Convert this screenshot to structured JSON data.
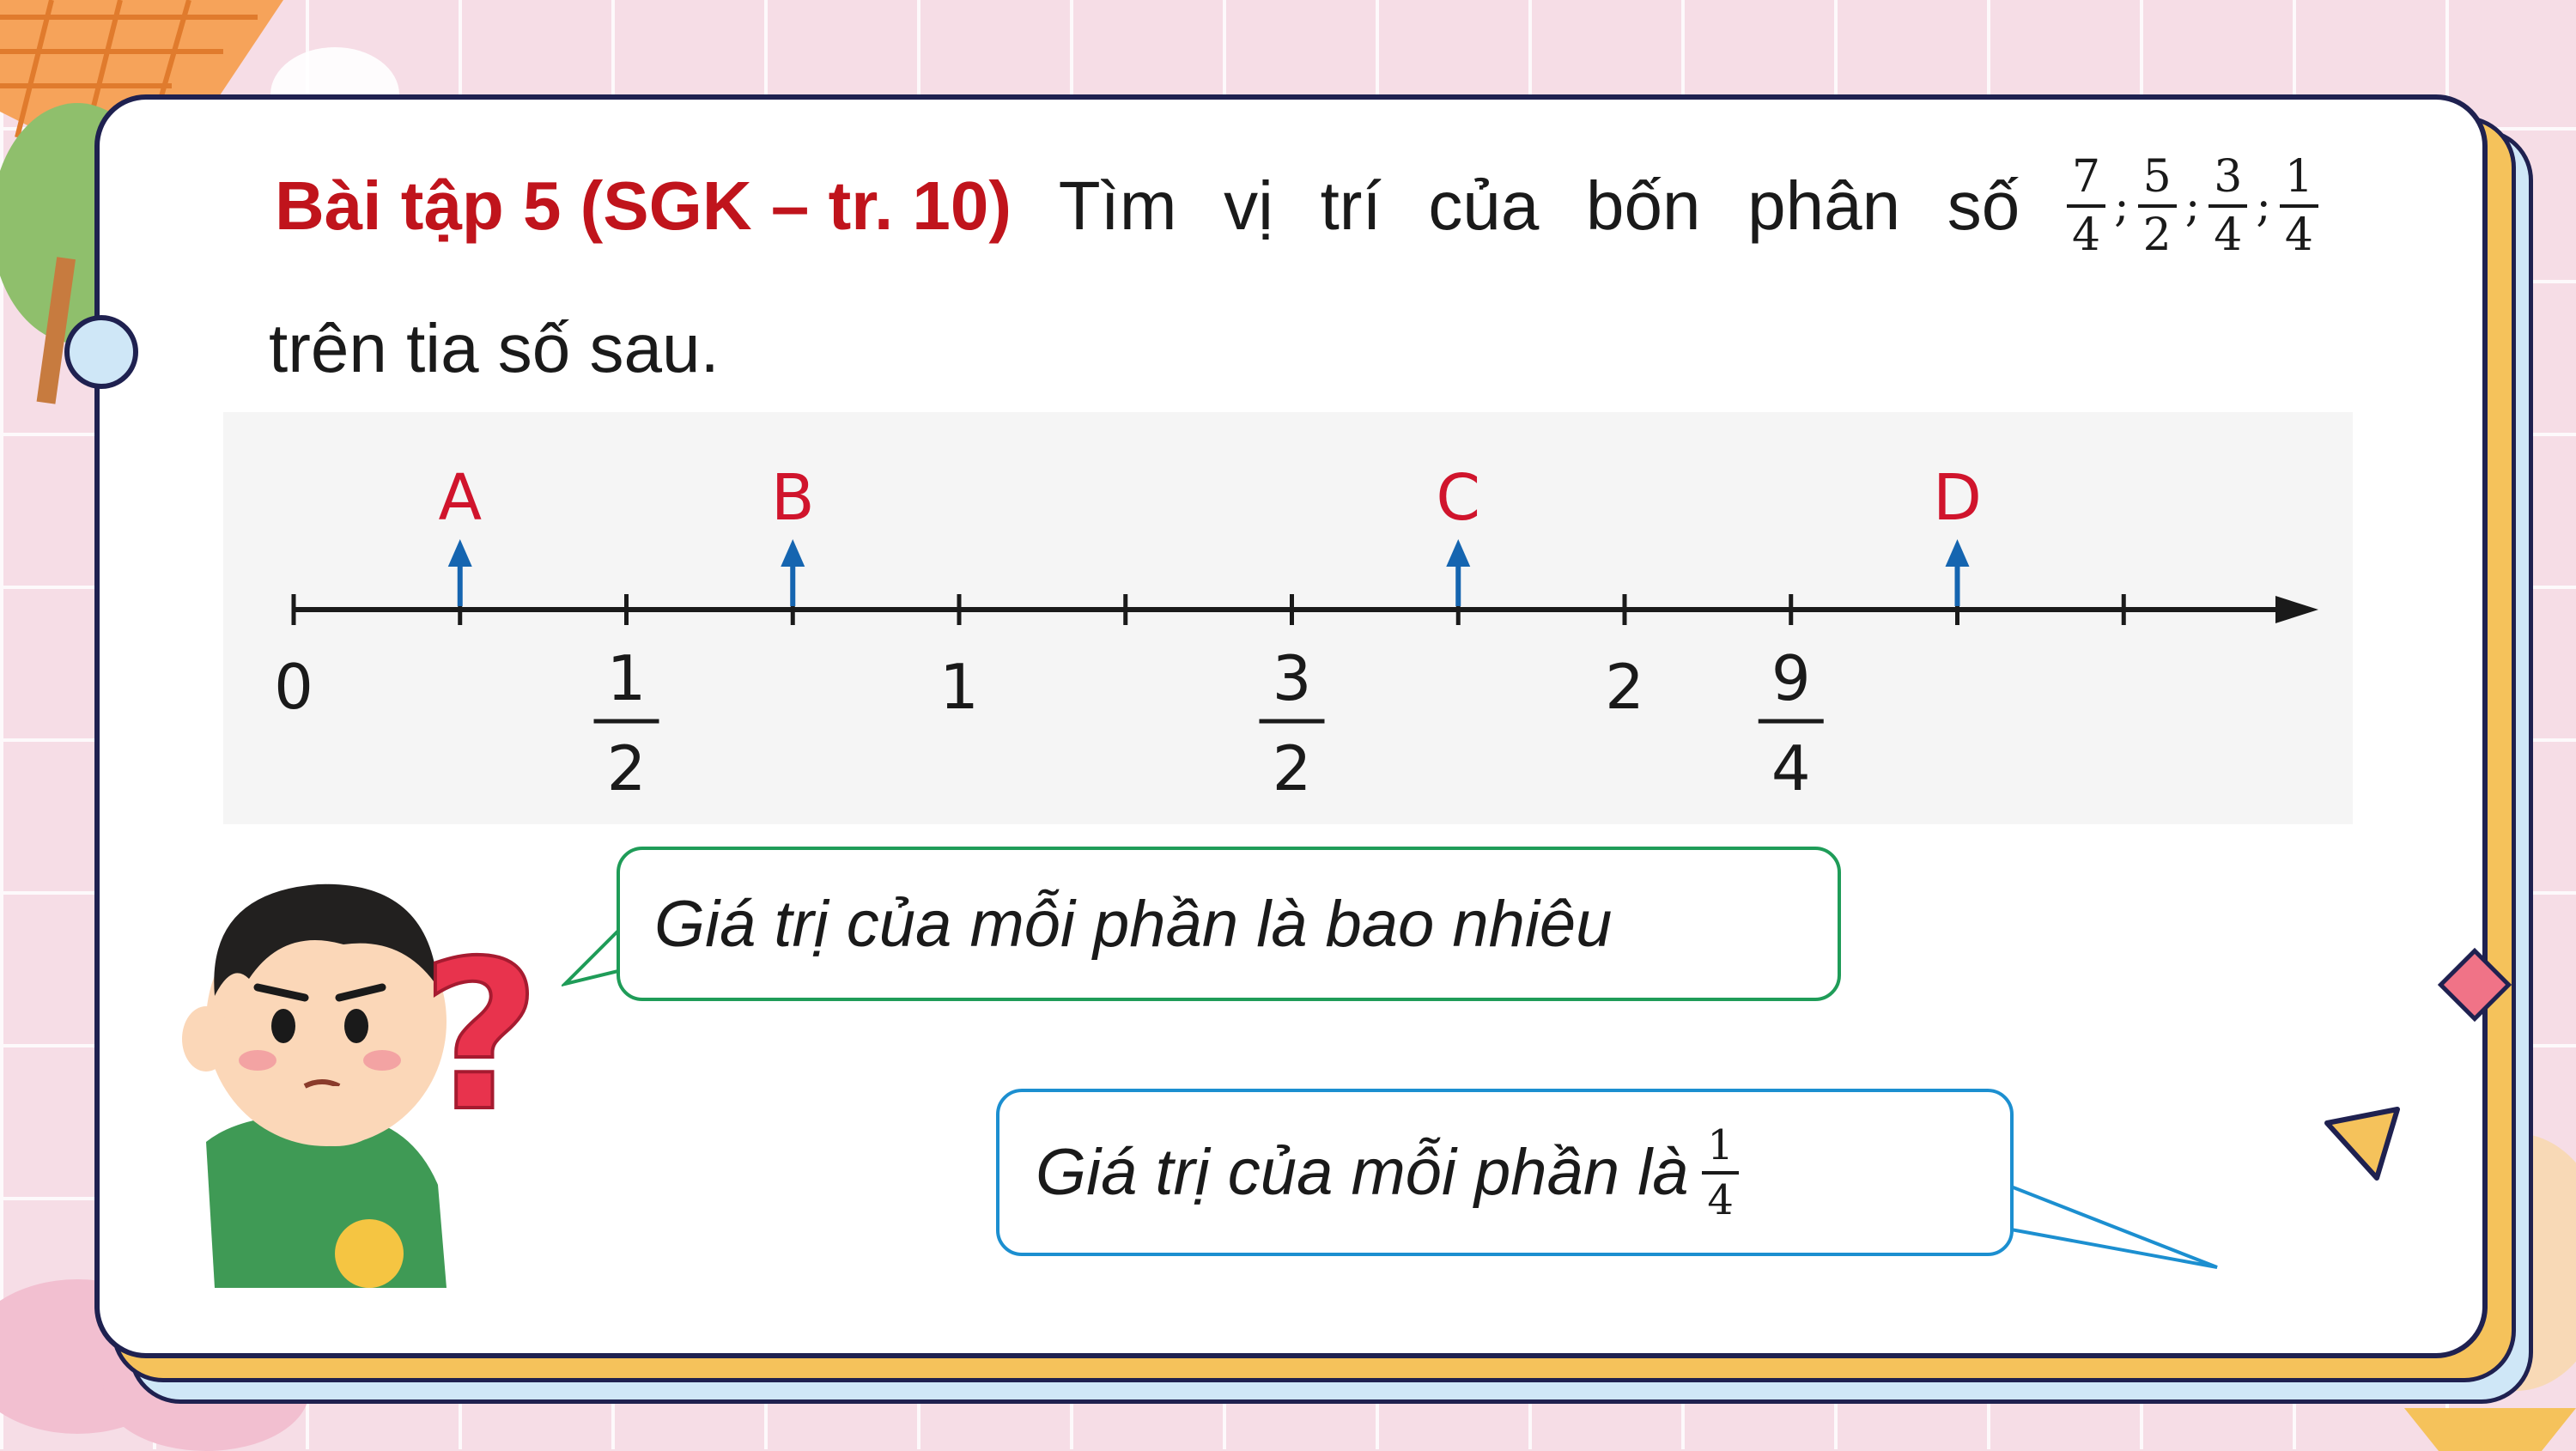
{
  "exercise": {
    "heading": "Bài tập 5 (SGK – tr. 10)",
    "instruction_words": [
      "Tìm",
      "vị",
      "trí",
      "của",
      "bốn",
      "phân",
      "số"
    ],
    "fractions": [
      {
        "num": "7",
        "den": "4"
      },
      {
        "num": "5",
        "den": "2"
      },
      {
        "num": "3",
        "den": "4"
      },
      {
        "num": "1",
        "den": "4"
      }
    ],
    "separator": ";",
    "instruction_end": "trên tia số sau."
  },
  "number_line": {
    "points": [
      {
        "label": "A",
        "value": 0.25
      },
      {
        "label": "B",
        "value": 0.75
      },
      {
        "label": "C",
        "value": 1.75
      },
      {
        "label": "D",
        "value": 2.5
      }
    ],
    "tick_step": 0.25,
    "tick_max": 2.75,
    "tick_labels": [
      {
        "value": 0,
        "text": "0"
      },
      {
        "value": 0.5,
        "num": "1",
        "den": "2"
      },
      {
        "value": 1,
        "text": "1"
      },
      {
        "value": 1.5,
        "num": "3",
        "den": "2"
      },
      {
        "value": 2,
        "text": "2"
      },
      {
        "value": 2.25,
        "num": "9",
        "den": "4"
      }
    ],
    "point_color": "#d0142c",
    "arrow_color": "#1565b0"
  },
  "bubbles": {
    "question": "Giá trị của mỗi phần là bao nhiêu",
    "answer_text": "Giá trị của mỗi phần là",
    "answer_fraction": {
      "num": "1",
      "den": "4"
    }
  },
  "character": {
    "question_mark": "?"
  },
  "colors": {
    "heading": "#c0141c",
    "card_border": "#1f2150",
    "background": "#f6dde6",
    "bubble_question_border": "#1f9c58",
    "bubble_answer_border": "#1c8fd0"
  }
}
